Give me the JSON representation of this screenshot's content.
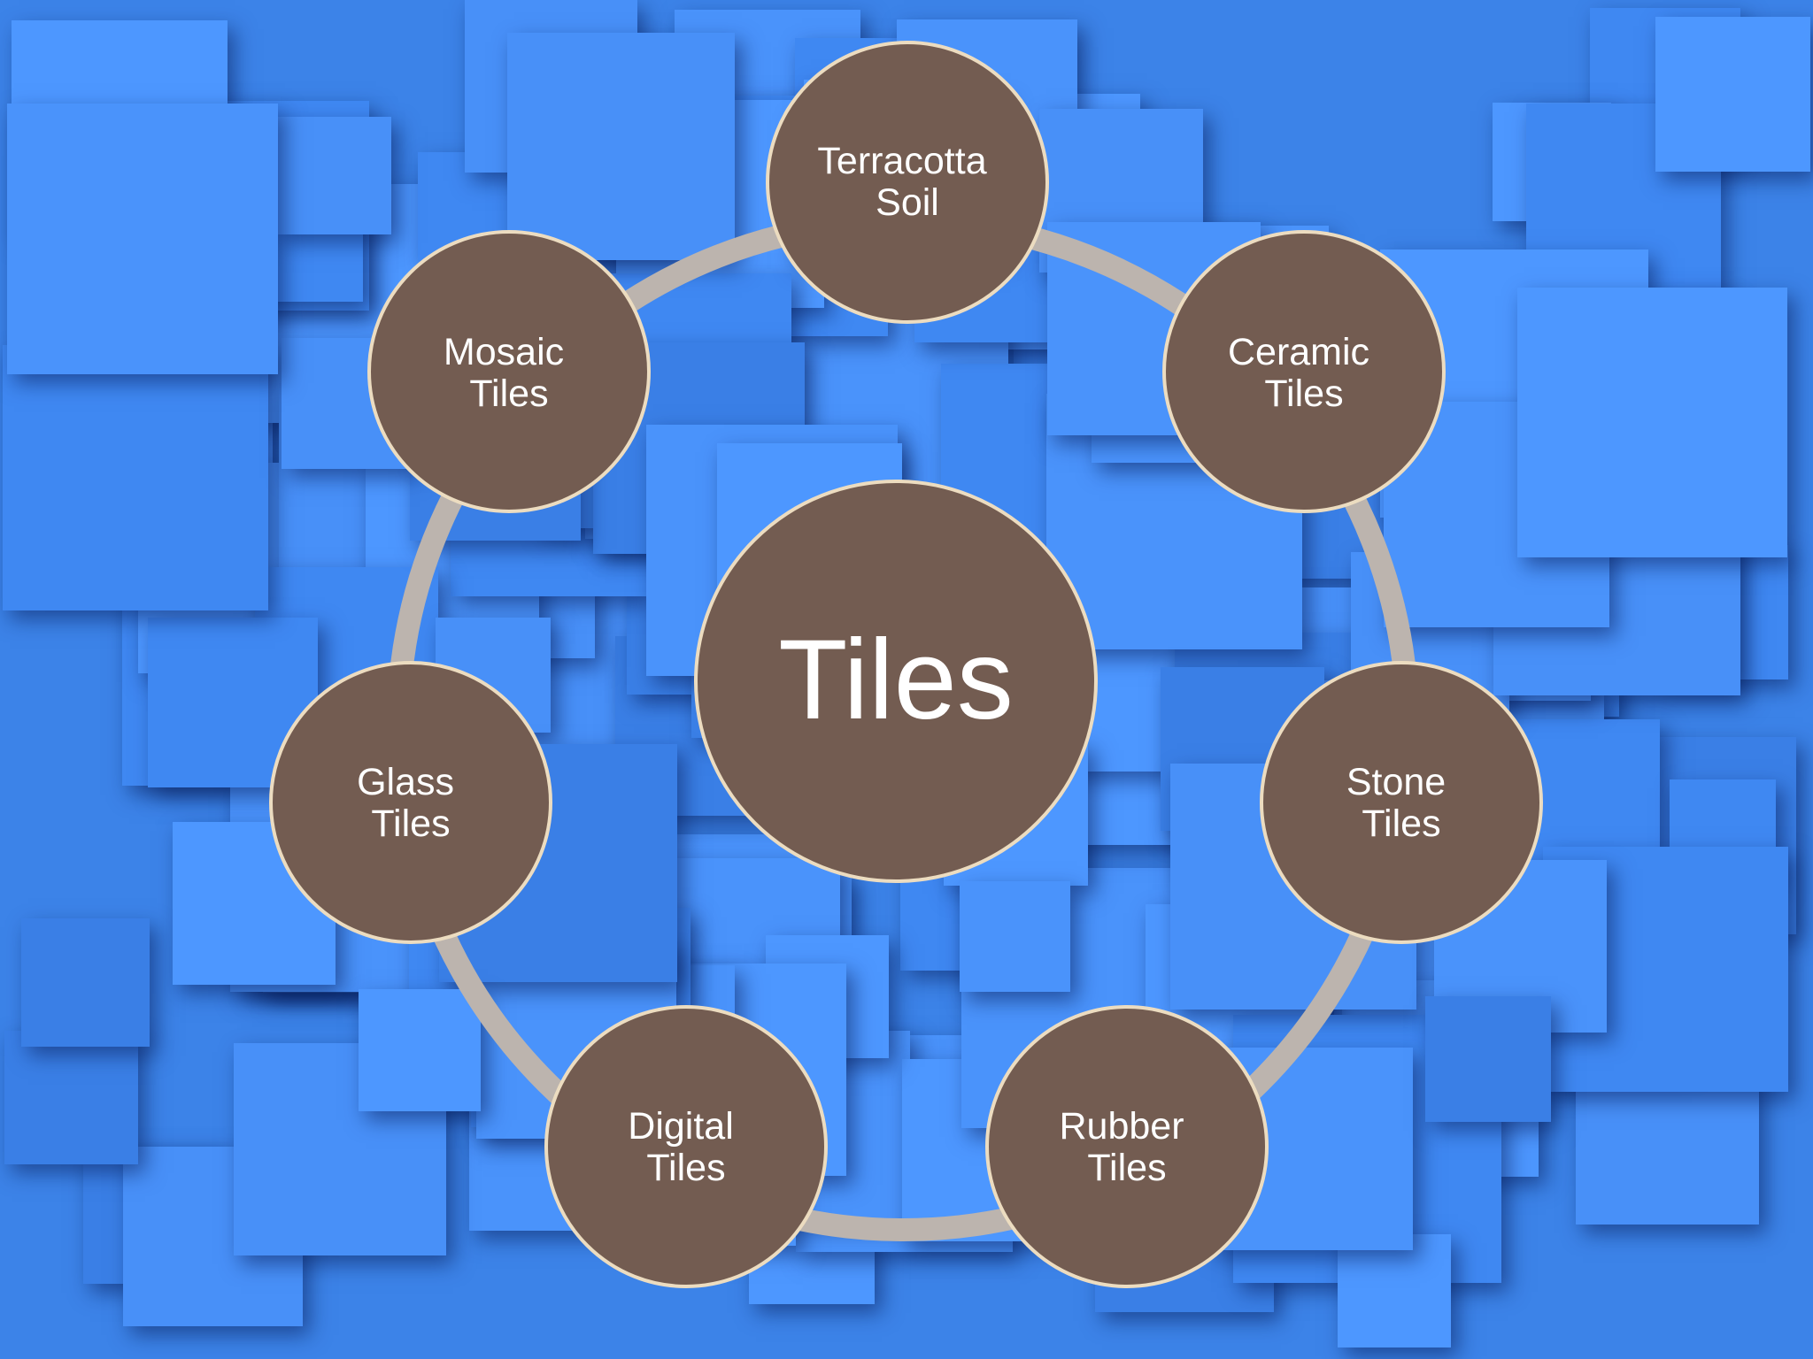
{
  "colors": {
    "background": "#3c83e8",
    "tile_light": "#4d97ff",
    "tile_mid": "#3f88f2",
    "ring": "#bcb4ae",
    "node_fill": "#735c51",
    "node_border": "#ecdcc0",
    "text": "#ffffff"
  },
  "diagram": {
    "center": {
      "label": "Tiles"
    },
    "nodes": [
      {
        "id": "terracotta-soil",
        "lines": [
          "Terracotta",
          "Soil"
        ]
      },
      {
        "id": "ceramic-tiles",
        "lines": [
          "Ceramic",
          "Tiles"
        ]
      },
      {
        "id": "stone-tiles",
        "lines": [
          "Stone",
          "Tiles"
        ]
      },
      {
        "id": "rubber-tiles",
        "lines": [
          "Rubber",
          "Tiles"
        ]
      },
      {
        "id": "digital-tiles",
        "lines": [
          "Digital",
          "Tiles"
        ]
      },
      {
        "id": "glass-tiles",
        "lines": [
          "Glass",
          "Tiles"
        ]
      },
      {
        "id": "mosaic-tiles",
        "lines": [
          "Mosaic",
          "Tiles"
        ]
      }
    ]
  }
}
